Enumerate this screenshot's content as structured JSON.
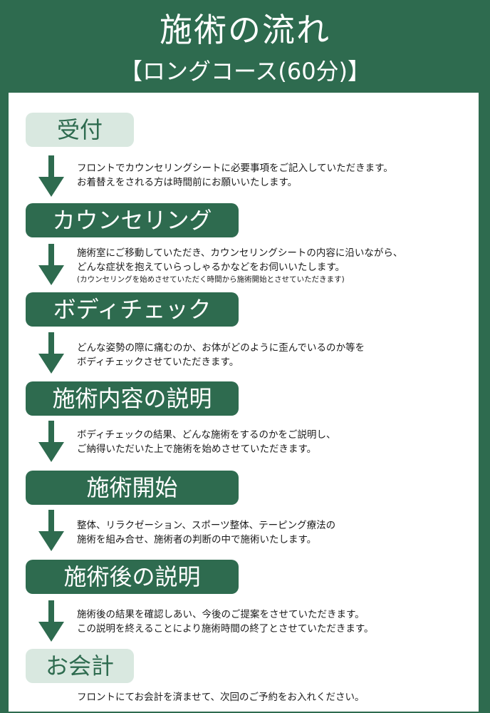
{
  "header": {
    "title": "施術の流れ",
    "subtitle": "【ロングコース(60分)】"
  },
  "steps": [
    {
      "label": "受付",
      "lines": [
        "フロントでカウンセリングシートに必要事項をご記入していただきます。",
        "お着替えをされる方は時間前にお願いいたします。"
      ]
    },
    {
      "label": "カウンセリング",
      "lines": [
        "施術室にご移動していただき、カウンセリングシートの内容に沿いながら、",
        "どんな症状を抱えていらっしゃるかなどをお伺いいたします。"
      ],
      "note": "(カウンセリングを始めさせていただく時間から施術開始とさせていただきます)"
    },
    {
      "label": "ボディチェック",
      "lines": [
        "どんな姿勢の際に痛むのか、お体がどのように歪んでいるのか等を",
        "ボディチェックさせていただきます。"
      ]
    },
    {
      "label": "施術内容の説明",
      "lines": [
        "ボディチェックの結果、どんな施術をするのかをご説明し、",
        "ご納得いただいた上で施術を始めさせていただきます。"
      ]
    },
    {
      "label": "施術開始",
      "lines": [
        "整体、リラクゼーション、スポーツ整体、テーピング療法の",
        "施術を組み合せ、施術者の判断の中で施術いたします。"
      ]
    },
    {
      "label": "施術後の説明",
      "lines": [
        "施術後の結果を確認しあい、今後のご提案をさせていただきます。",
        "この説明を終えることにより施術時間の終了とさせていただきます。"
      ]
    },
    {
      "label": "お会計",
      "lines": [
        "フロントにてお会計を済ませて、次回のご予約をお入れください。"
      ]
    }
  ],
  "colors": {
    "brand_green": "#2e6b4f",
    "light_green": "#d9e8e0"
  }
}
